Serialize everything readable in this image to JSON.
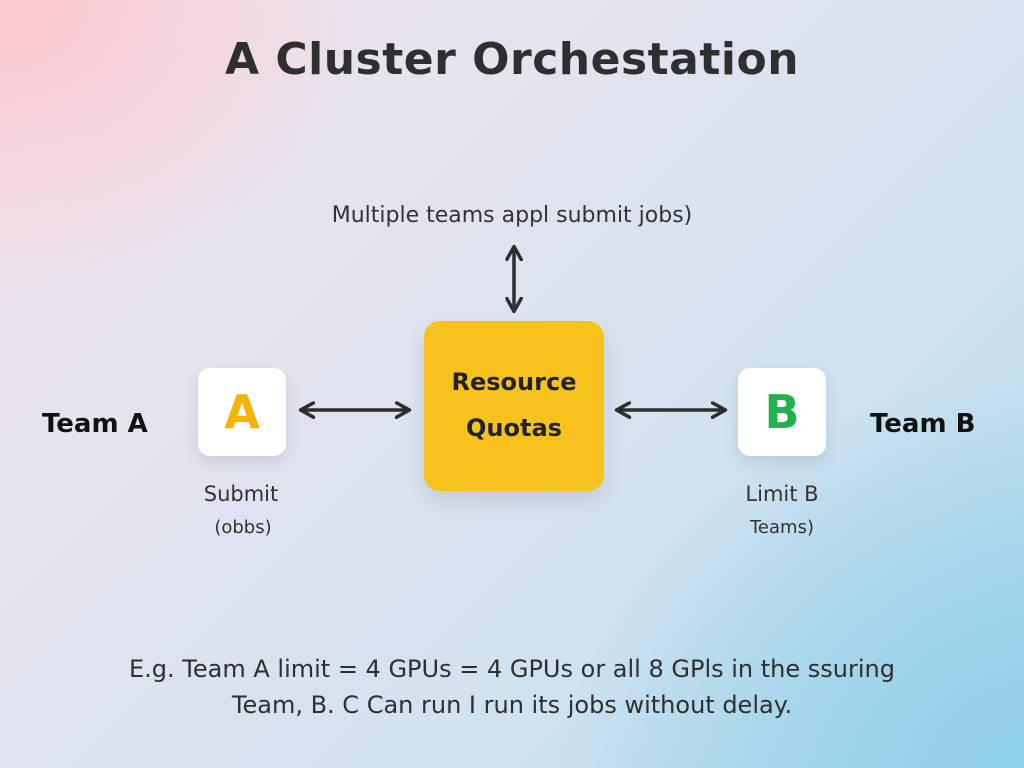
{
  "diagram": {
    "title": "A Cluster Orchestation",
    "top_caption": "Multiple teams appl submit jobs)",
    "center_node": {
      "line1": "Resource",
      "line2": "Quotas",
      "color": "#f7c21d"
    },
    "team_a": {
      "letter": "A",
      "label": "Team A",
      "caption_line1": "Submit",
      "caption_line2": "(obbs)",
      "color": "#f4b400"
    },
    "team_b": {
      "letter": "B",
      "label": "Team B",
      "caption_line1": "Limit B",
      "caption_line2": "Teams)",
      "color": "#22b14c"
    },
    "footnote_line1": "E.g.  Team A limit = 4 GPUs = 4 GPUs or all 8 GPls in the ssuring",
    "footnote_line2": "Team, B. C Can run I run its jobs without delay.",
    "edges": [
      {
        "from": "top_caption",
        "to": "center_node",
        "direction": "both"
      },
      {
        "from": "team_a",
        "to": "center_node",
        "direction": "both"
      },
      {
        "from": "center_node",
        "to": "team_b",
        "direction": "both"
      }
    ]
  }
}
